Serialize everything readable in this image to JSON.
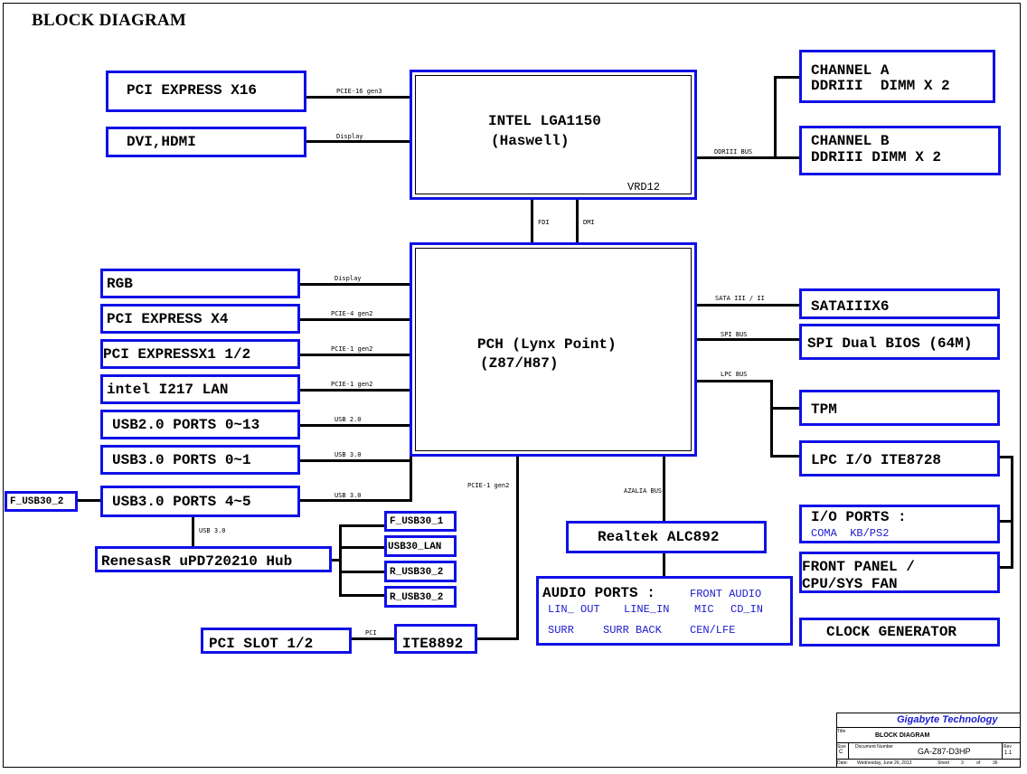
{
  "title": "BLOCK DIAGRAM",
  "colors": {
    "box_border": "#1010e6",
    "sub_text": "#1a1acc",
    "company": "#1a1acc",
    "line": "#000000"
  },
  "cpu": {
    "name": "INTEL LGA1150",
    "sub": "(Haswell)",
    "vrd": "VRD12"
  },
  "pch": {
    "name": "PCH (Lynx Point)",
    "sub": "(Z87/H87)"
  },
  "left_cpu": [
    {
      "label": "PCI EXPRESS X16",
      "bus": "PCIE-16 gen3"
    },
    {
      "label": "DVI,HDMI",
      "bus": "Display"
    }
  ],
  "memory": {
    "bus": "DDRIII BUS",
    "channel_a": {
      "line1": "CHANNEL A",
      "line2": "DDRIII  DIMM X 2"
    },
    "channel_b": {
      "line1": "CHANNEL B",
      "line2": "DDRIII DIMM X 2"
    }
  },
  "cpu_pch_links": [
    "FDI",
    "DMI"
  ],
  "left_pch": [
    {
      "label": "RGB",
      "bus": "Display"
    },
    {
      "label": "PCI EXPRESS X4",
      "bus": "PCIE-4 gen2"
    },
    {
      "label": "PCI EXPRESSX1 1/2",
      "bus": "PCIE-1 gen2"
    },
    {
      "label": "intel I217 LAN",
      "bus": "PCIE-1 gen2"
    },
    {
      "label": "USB2.0 PORTS 0~13",
      "bus": "USB 2.0"
    },
    {
      "label": "USB3.0 PORTS 0~1",
      "bus": "USB 3.0"
    },
    {
      "label": "USB3.0 PORTS 4~5",
      "bus": "USB 3.0"
    }
  ],
  "f_usb30_2_left": "F_USB30_2",
  "hub": {
    "label": "RenesasR uPD720210 Hub",
    "bus": "USB 3.0",
    "ports": [
      "F_USB30_1",
      "USB30_LAN",
      "R_USB30_2",
      "R_USB30_2"
    ]
  },
  "pci": {
    "slot": "PCI SLOT 1/2",
    "bus": "PCI",
    "bridge": "ITE8892",
    "pcie_bus": "PCIE-1 gen2"
  },
  "audio": {
    "bus": "AZALIA BUS",
    "codec": "Realtek ALC892",
    "ports_title": "AUDIO PORTS :",
    "front": "FRONT AUDIO",
    "row1": [
      "LIN_ OUT",
      "LINE_IN",
      "MIC",
      "CD_IN"
    ],
    "row2": [
      "SURR",
      "SURR BACK",
      "CEN/LFE"
    ]
  },
  "right_pch": {
    "sata": {
      "label": "SATAIIIX6",
      "bus": "SATA III / II"
    },
    "spi": {
      "label": "SPI Dual BIOS (64M)",
      "bus": "SPI BUS"
    },
    "lpc_bus": "LPC BUS",
    "tpm": "TPM",
    "lpc_io": "LPC I/O ITE8728",
    "io_ports": {
      "title": "I/O PORTS :",
      "sub": "COMA  KB/PS2"
    },
    "front_panel": {
      "line1": "FRONT PANEL /",
      "line2": "CPU/SYS FAN"
    },
    "clock": "CLOCK GENERATOR"
  },
  "title_block": {
    "company": "Gigabyte Technology",
    "title_label": "Title",
    "title": "BLOCK DIAGRAM",
    "size_label": "Size",
    "size": "C",
    "doc_label": "Document Number",
    "doc": "GA-Z87-D3HP",
    "rev_label": "Rev",
    "rev": "1.1",
    "date_label": "Date:",
    "date": "Wednesday, June 26, 2013",
    "sheet_label": "Sheet",
    "sheet": "3",
    "of_label": "of",
    "of": "36"
  }
}
